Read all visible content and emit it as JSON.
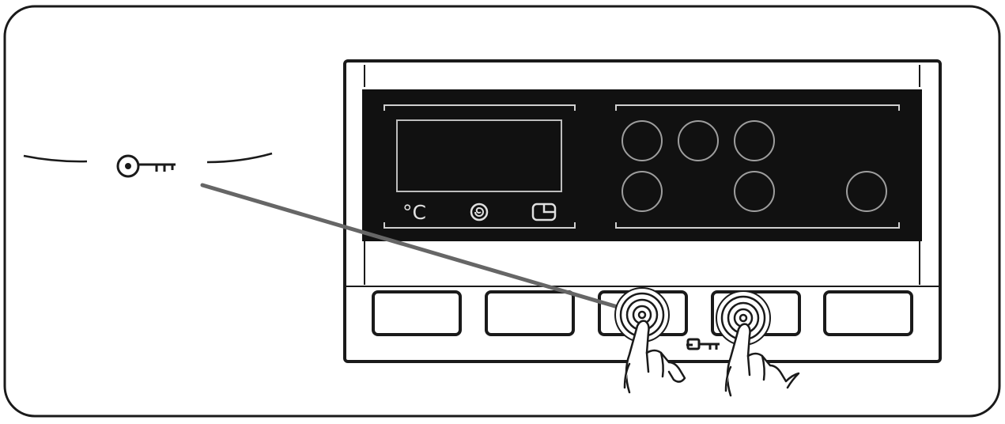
{
  "display": {
    "unit_label": "°C"
  },
  "icons": {
    "key": "key-icon",
    "fan_mode": "spiral-fan-icon",
    "timer": "timer-icon",
    "touch": "finger-touch-icon"
  },
  "colors": {
    "outline": "#1a1a1a",
    "panel": "#111111",
    "panel_line": "#cfcfcf",
    "pointer": "#666666"
  },
  "layout_notes": {
    "touch_buttons": 5,
    "pressed_buttons": [
      3,
      4
    ],
    "round_keys": 6
  }
}
